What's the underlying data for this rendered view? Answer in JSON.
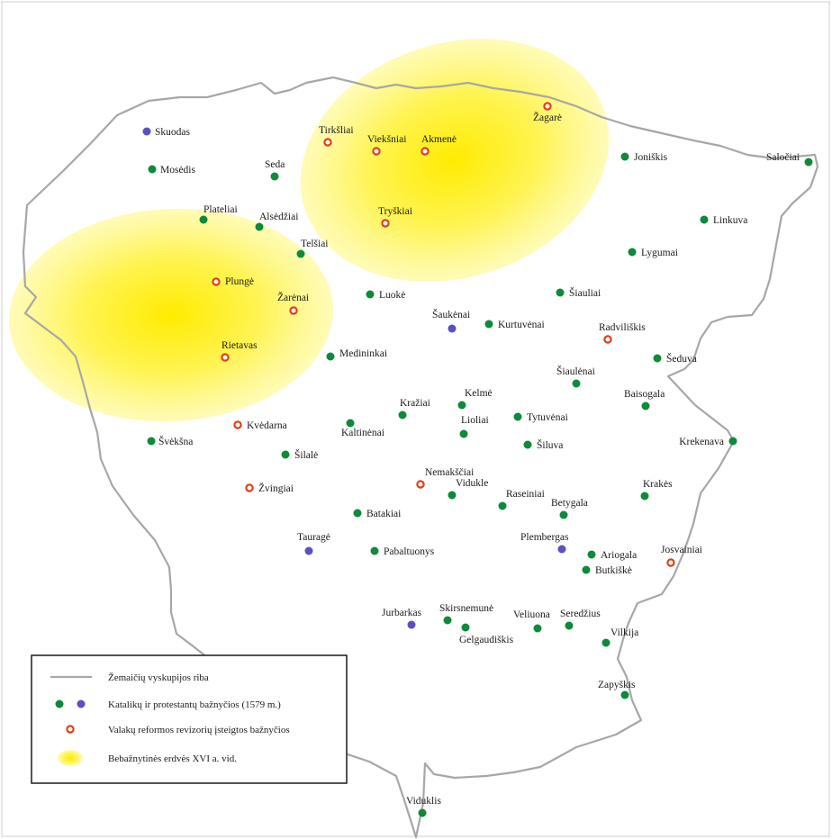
{
  "colors": {
    "border": "#a7a7a7",
    "catholic": "#0d8a3a",
    "protestant": "#5a4fc4",
    "reform_fill": "#ffffff",
    "reform_ring": "#e0401b",
    "zone": "#fff000",
    "legend_frame": "#1a1a1a"
  },
  "places": [
    {
      "name": "Skuodas",
      "type": "protestant"
    },
    {
      "name": "Mosėdis",
      "type": "catholic"
    },
    {
      "name": "Seda",
      "type": "catholic"
    },
    {
      "name": "Plateliai",
      "type": "catholic"
    },
    {
      "name": "Alsėdžiai",
      "type": "catholic"
    },
    {
      "name": "Telšiai",
      "type": "catholic"
    },
    {
      "name": "Tirkšliai",
      "type": "reform"
    },
    {
      "name": "Viekšniai",
      "type": "reform"
    },
    {
      "name": "Akmenė",
      "type": "reform"
    },
    {
      "name": "Žagarė",
      "type": "reform"
    },
    {
      "name": "Joniškis",
      "type": "catholic"
    },
    {
      "name": "Saločiai",
      "type": "catholic"
    },
    {
      "name": "Tryškiai",
      "type": "reform"
    },
    {
      "name": "Linkuva",
      "type": "catholic"
    },
    {
      "name": "Lygumai",
      "type": "catholic"
    },
    {
      "name": "Plungė",
      "type": "reform"
    },
    {
      "name": "Žarėnai",
      "type": "reform"
    },
    {
      "name": "Luokė",
      "type": "catholic"
    },
    {
      "name": "Šiauliai",
      "type": "catholic"
    },
    {
      "name": "Šaukėnai",
      "type": "protestant"
    },
    {
      "name": "Kurtuvėnai",
      "type": "catholic"
    },
    {
      "name": "Radviliškis",
      "type": "reform"
    },
    {
      "name": "Rietavas",
      "type": "reform"
    },
    {
      "name": "Medininkai",
      "type": "catholic"
    },
    {
      "name": "Šeduva",
      "type": "catholic"
    },
    {
      "name": "Šiaulėnai",
      "type": "catholic"
    },
    {
      "name": "Kražiai",
      "type": "catholic"
    },
    {
      "name": "Kelmė",
      "type": "catholic"
    },
    {
      "name": "Baisogala",
      "type": "catholic"
    },
    {
      "name": "Kvėdarna",
      "type": "reform"
    },
    {
      "name": "Kaltinėnai",
      "type": "catholic"
    },
    {
      "name": "Lioliai",
      "type": "catholic"
    },
    {
      "name": "Tytuvėnai",
      "type": "catholic"
    },
    {
      "name": "Šiluva",
      "type": "catholic"
    },
    {
      "name": "Krekenava",
      "type": "catholic"
    },
    {
      "name": "Švėkšna",
      "type": "catholic"
    },
    {
      "name": "Šilalė",
      "type": "catholic"
    },
    {
      "name": "Nemakščiai",
      "type": "reform"
    },
    {
      "name": "Žvingiai",
      "type": "reform"
    },
    {
      "name": "Vidukle",
      "type": "catholic"
    },
    {
      "name": "Raseiniai",
      "type": "catholic"
    },
    {
      "name": "Krakės",
      "type": "catholic"
    },
    {
      "name": "Betygala",
      "type": "catholic"
    },
    {
      "name": "Batakiai",
      "type": "catholic"
    },
    {
      "name": "Tauragė",
      "type": "protestant"
    },
    {
      "name": "Pabaltuonys",
      "type": "catholic"
    },
    {
      "name": "Plembergas",
      "type": "protestant"
    },
    {
      "name": "Ariogala",
      "type": "catholic"
    },
    {
      "name": "Josvainiai",
      "type": "reform"
    },
    {
      "name": "Butkiškė",
      "type": "catholic"
    },
    {
      "name": "Jurbarkas",
      "type": "protestant"
    },
    {
      "name": "Skirsnemunė",
      "type": "catholic"
    },
    {
      "name": "Veliuona",
      "type": "catholic"
    },
    {
      "name": "Seredžius",
      "type": "catholic"
    },
    {
      "name": "Gelgaudiškis",
      "type": "catholic"
    },
    {
      "name": "Vilkija",
      "type": "catholic"
    },
    {
      "name": "Zapyškis",
      "type": "catholic"
    },
    {
      "name": "Viduklis",
      "type": "catholic"
    }
  ],
  "legend": {
    "border_label": "Žemaičių vyskupijos riba",
    "churches_label": "Katalikų ir protestantų bažnyčios (1579 m.)",
    "reform_label": "Valakų reformos revizorių įsteigtos bažnyčios",
    "zone_label": "Bebažnytinės erdvės XVI a. vid."
  }
}
